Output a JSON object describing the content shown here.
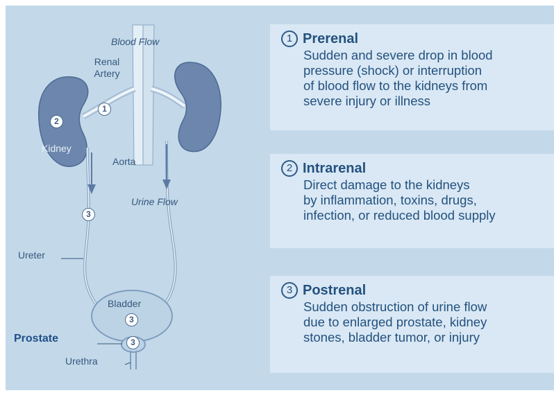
{
  "diagram": {
    "labels": {
      "blood_flow": "Blood Flow",
      "renal_artery_1": "Renal",
      "renal_artery_2": "Artery",
      "kidney": "Kidney",
      "aorta": "Aorta",
      "urine_flow": "Urine Flow",
      "ureter": "Ureter",
      "bladder": "Bladder",
      "prostate": "Prostate",
      "urethra": "Urethra"
    },
    "markers": {
      "renal_artery": "1",
      "kidney": "2",
      "ureter": "3",
      "bladder": "3",
      "prostate": "3"
    }
  },
  "causes": [
    {
      "number": "1",
      "title": "Prerenal",
      "lines": [
        "Sudden and severe drop in blood",
        "pressure (shock) or interruption",
        "of blood flow to the kidneys from",
        "severe injury or illness"
      ]
    },
    {
      "number": "2",
      "title": "Intrarenal",
      "lines": [
        "Direct damage to the kidneys",
        "by inflammation, toxins, drugs,",
        "infection, or reduced blood supply"
      ]
    },
    {
      "number": "3",
      "title": "Postrenal",
      "lines": [
        "Sudden obstruction of urine flow",
        "due to enlarged prostate, kidney",
        "stones, bladder tumor, or injury"
      ]
    }
  ],
  "colors": {
    "background": "#c3d9ea",
    "box_fill": "#d9e8f4",
    "heading_text": "#24517f",
    "organ": "#6c86ad",
    "prostate_label": "#1f4f86"
  }
}
